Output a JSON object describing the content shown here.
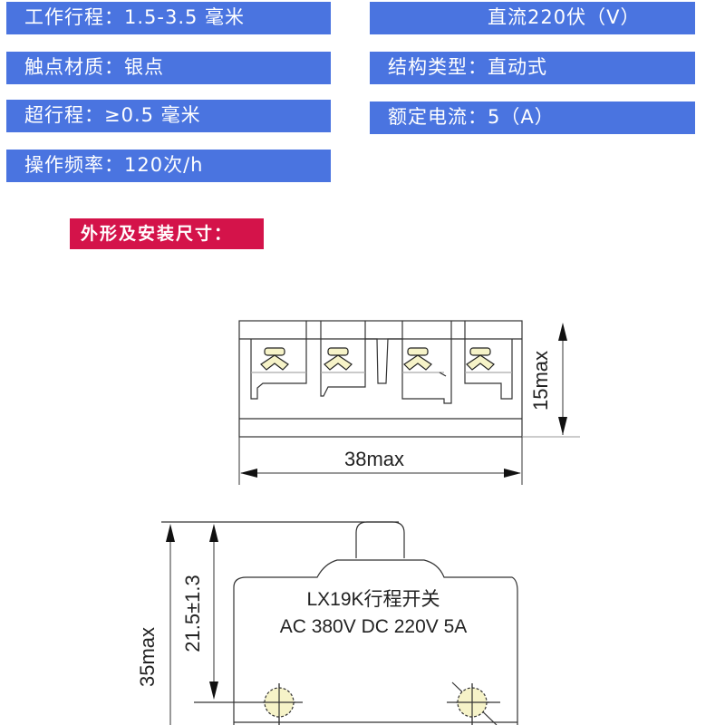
{
  "specs": {
    "left": [
      {
        "label": "工作行程：1.5-3.5 毫米"
      },
      {
        "label": "触点材质：银点"
      },
      {
        "label": "超行程：≥0.5 毫米"
      },
      {
        "label": "操作频率：120次/h"
      }
    ],
    "right": [
      {
        "label": "直流220伏（V）"
      },
      {
        "label": "结构类型：直动式"
      },
      {
        "label": "额定电流：5（A）"
      }
    ]
  },
  "section_header": "外形及安装尺寸：",
  "drawing_top": {
    "width_label": "38max",
    "height_label": "15max"
  },
  "drawing_bottom": {
    "product_line1": "LX19K行程开关",
    "product_line2": "AC 380V DC 220V 5A",
    "height_total_label": "35max",
    "height_partial_label": "21.5±1.3"
  },
  "colors": {
    "spec_bar": "#4a74e0",
    "section_header": "#d4134a",
    "terminal_fill": "#f6f3c8"
  }
}
